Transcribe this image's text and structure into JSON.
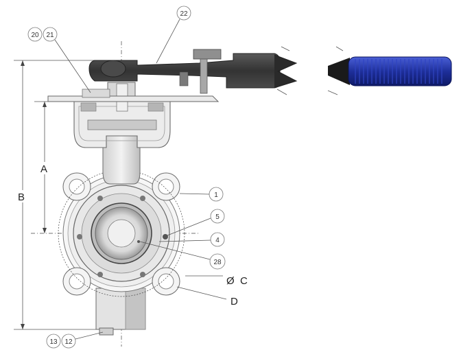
{
  "callouts": {
    "c20": "20",
    "c21": "21",
    "c22": "22",
    "c1": "1",
    "c5": "5",
    "c4": "4",
    "c28": "28",
    "c13": "13",
    "c12": "12"
  },
  "dimensions": {
    "A": "A",
    "B": "B",
    "C": "C",
    "diameter_symbol": "Ø",
    "D": "D"
  },
  "colors": {
    "handle_grip": "#1e2f9a",
    "handle_dark": "#3a3a3a",
    "body_light": "#e6e6e6"
  }
}
